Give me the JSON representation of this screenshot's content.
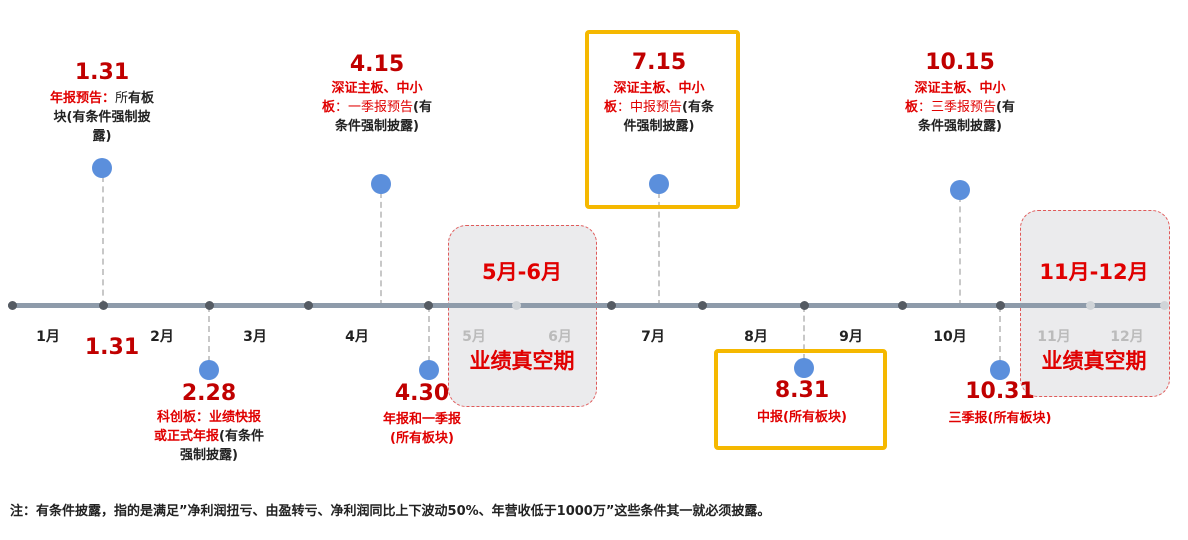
{
  "months": {
    "m1": "1月",
    "m2": "2月",
    "m3": "3月",
    "m4": "4月",
    "m5": "5月",
    "m6": "6月",
    "m7": "7月",
    "m8": "8月",
    "m9": "9月",
    "m10": "10月",
    "m11": "11月",
    "m12": "12月"
  },
  "events": {
    "jan31_top": {
      "date": "1.31",
      "desc_red": "年报预告：",
      "desc_black_inline": "所",
      "desc_rest": "有板块(有条件强制披露)"
    },
    "jan31_axis": {
      "date": "1.31"
    },
    "feb28": {
      "date": "2.28",
      "desc_red": "科创板：业绩快报或正式年报",
      "desc_black": "(有条件强制披露)"
    },
    "apr15": {
      "date": "4.15",
      "desc_red": "深证主板、中小板",
      "desc_red2": "：一季报预告",
      "desc_black": "(有条件强制披露)"
    },
    "apr30": {
      "date": "4.30",
      "desc_red": "年报和一季报",
      "desc_red2": "(所有板块)"
    },
    "jul15": {
      "date": "7.15",
      "desc_red": "深证主板、中小板",
      "desc_red2": "：中报预告",
      "desc_black": "(有条件强制披露)"
    },
    "aug31": {
      "date": "8.31",
      "desc_red": "中报(所有板块)"
    },
    "oct15": {
      "date": "10.15",
      "desc_red": "深证主板、中小板",
      "desc_red2": "：三季报预告",
      "desc_black": "(有条件强制披露)"
    },
    "oct31": {
      "date": "10.31",
      "desc_red": "三季报(所有板块)"
    }
  },
  "periods": {
    "p1": {
      "title": "5月-6月",
      "label": "业绩真空期"
    },
    "p2": {
      "title": "11月-12月",
      "label": "业绩真空期"
    }
  },
  "footnote": "注：有条件披露，指的是满足”净利润扭亏、由盈转亏、净利润同比上下波动50%、年营收低于1000万”这些条件其一就必须披露。",
  "colors": {
    "accent_red": "#e00000",
    "date_red": "#c00000",
    "dot_blue": "#5b8fdc",
    "highlight_gold": "#f5b800",
    "axis": "#8e9baa"
  }
}
